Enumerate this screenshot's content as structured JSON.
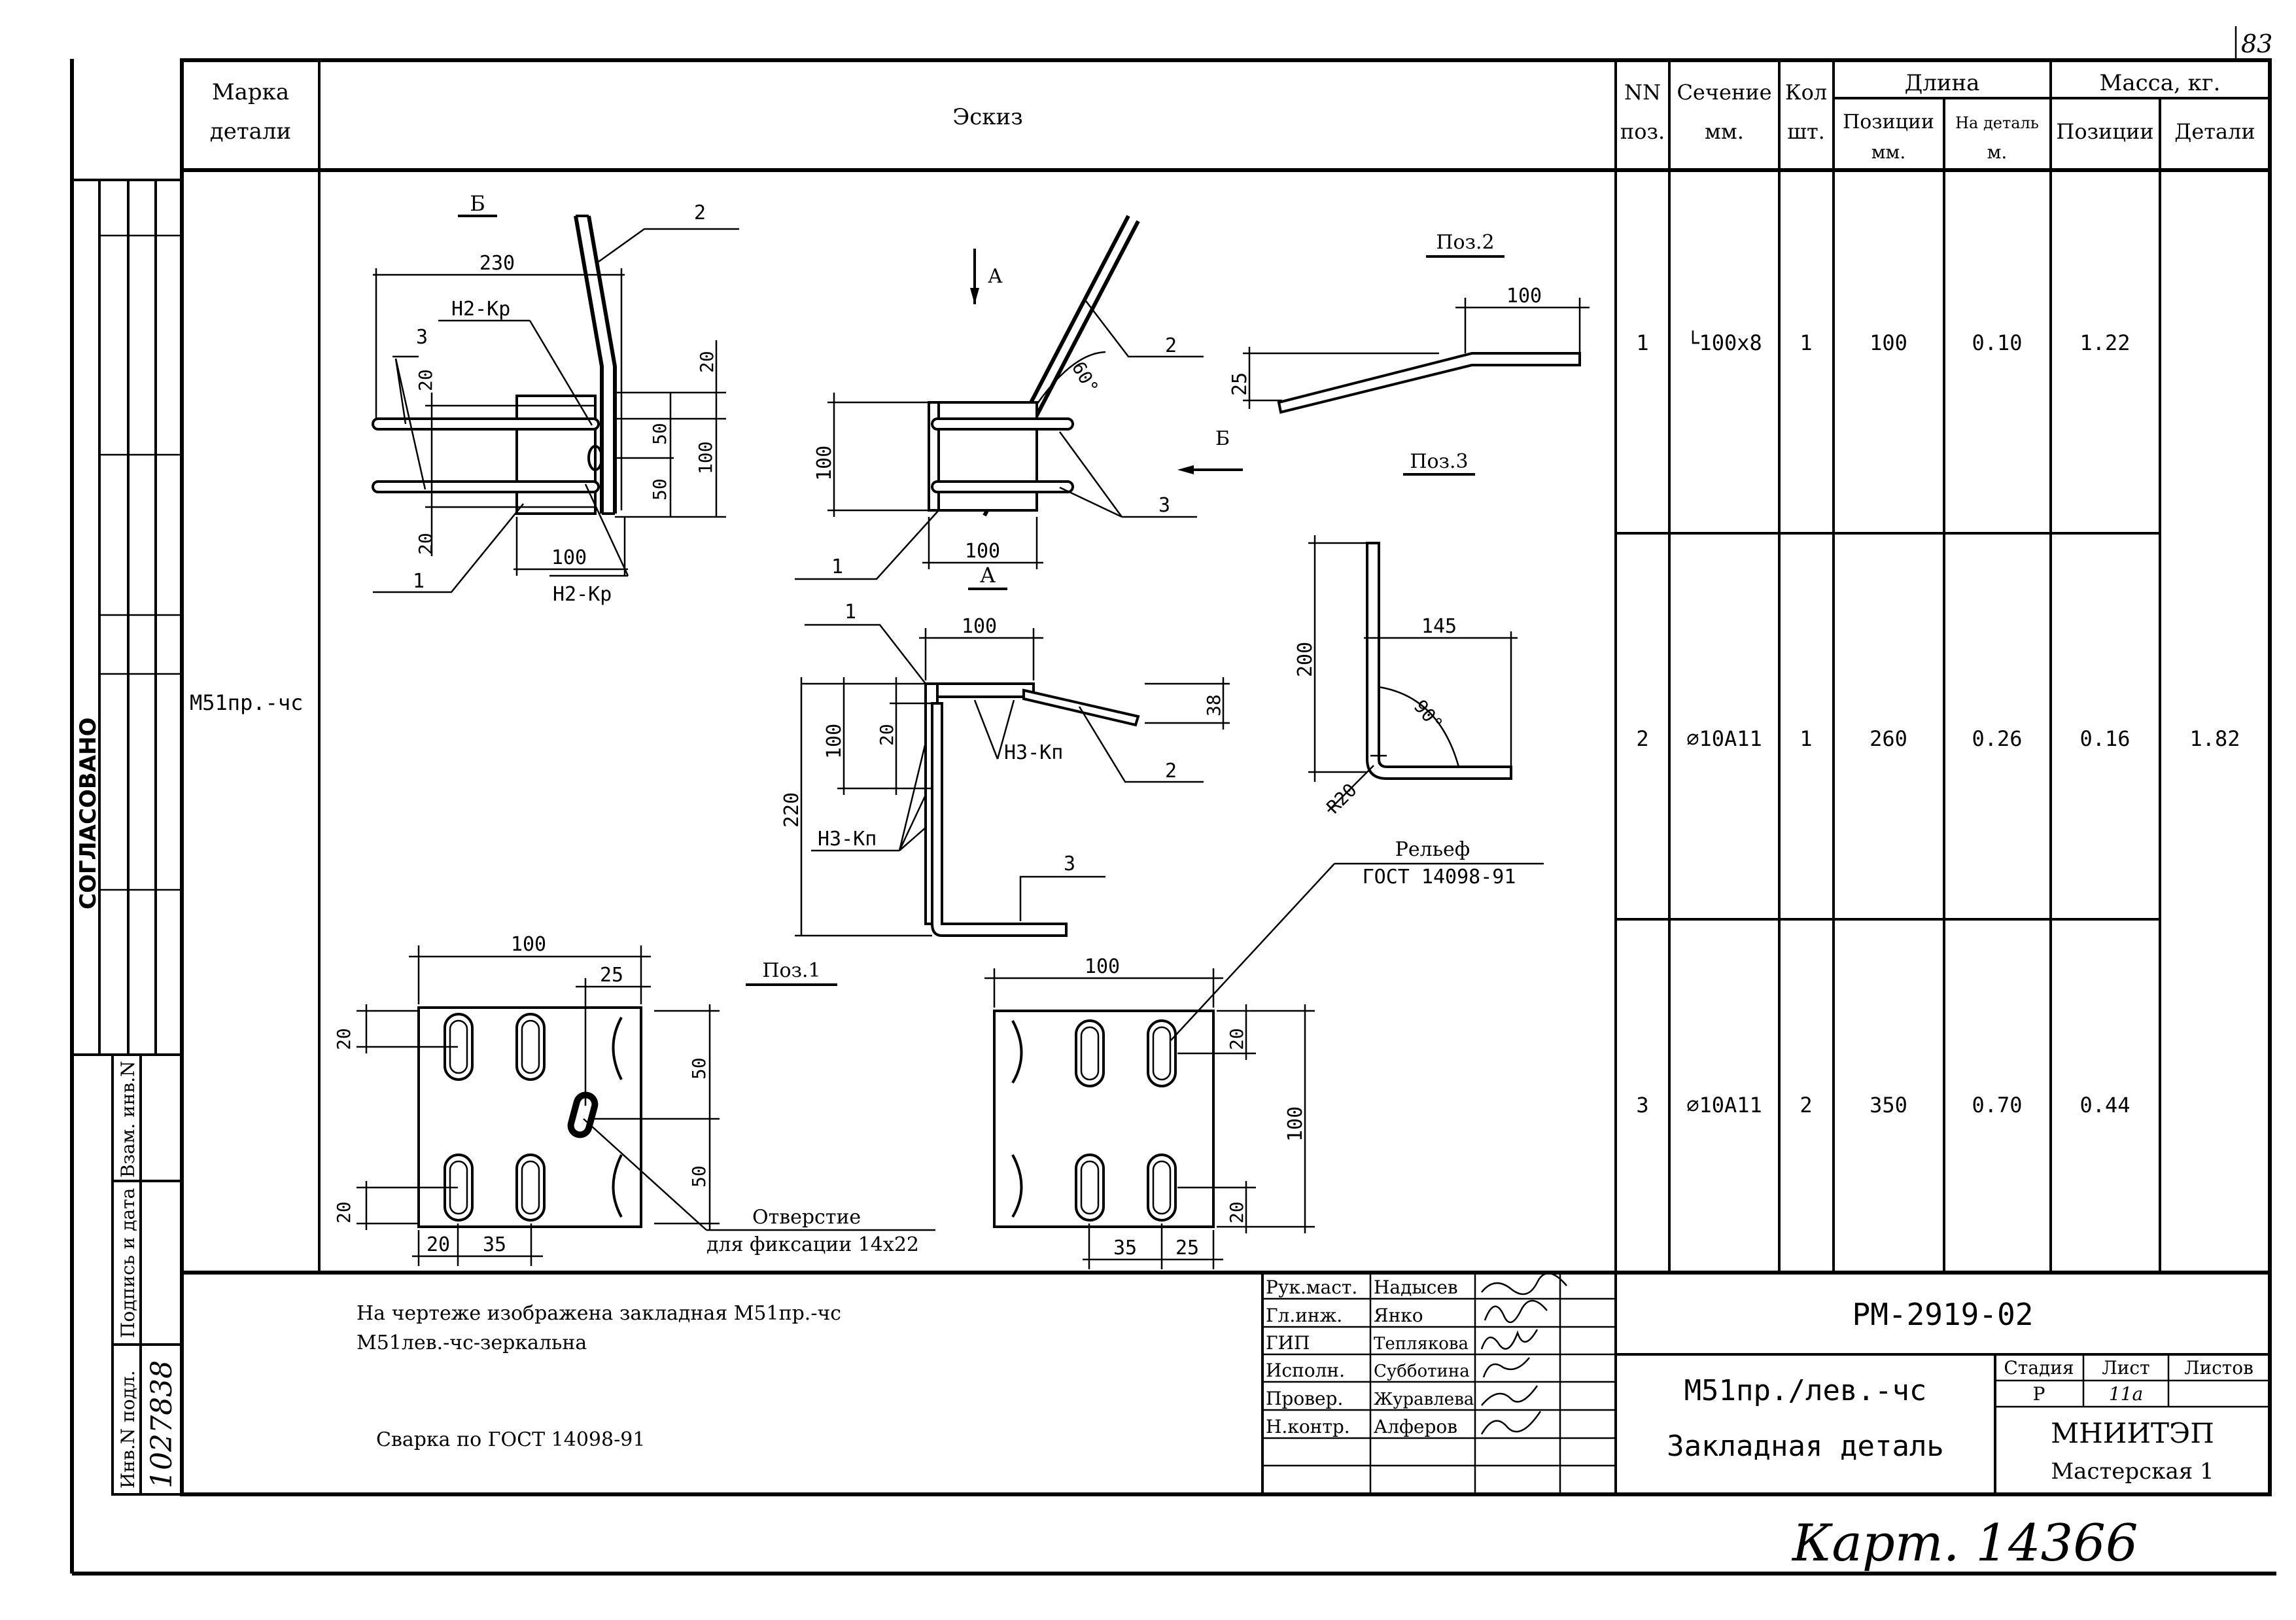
{
  "page_number": "83",
  "header": {
    "mark_line1": "Марка",
    "mark_line2": "детали",
    "sketch": "Эскиз",
    "nn_line1": "NN",
    "nn_line2": "поз.",
    "section_line1": "Сечение",
    "section_line2": "мм.",
    "qty_line1": "Кол",
    "qty_line2": "шт.",
    "length": "Длина",
    "len_pos_line1": "Позиции",
    "len_pos_line2": "мм.",
    "len_det_line1": "На деталь",
    "len_det_line2": "м.",
    "mass": "Масса, кг.",
    "mass_pos": "Позиции",
    "mass_det": "Детали"
  },
  "side_stamp": {
    "agreed": "СОГЛАСОВАНО",
    "inv_orig": "Инв.N подл.",
    "sign_date": "Подпись и дата",
    "inv_repl": "Взам. инв.N",
    "inv_number": "1027838"
  },
  "detail_mark": "М51пр.-чс",
  "rows": [
    {
      "pos": "1",
      "section": "└100x8",
      "qty": "1",
      "len_pos": "100",
      "len_det": "0.10",
      "mass_pos": "1.22"
    },
    {
      "pos": "2",
      "section": "⌀10A11",
      "qty": "1",
      "len_pos": "260",
      "len_det": "0.26",
      "mass_pos": "0.16"
    },
    {
      "pos": "3",
      "section": "⌀10A11",
      "qty": "2",
      "len_pos": "350",
      "len_det": "0.70",
      "mass_pos": "0.44"
    }
  ],
  "mass_detail_total": "1.82",
  "sketch": {
    "view_b": "Б",
    "view_a": "А",
    "arrow_a": "А",
    "arrow_b": "Б",
    "pos1": "Поз.1",
    "pos2": "Поз.2",
    "pos3": "Поз.3",
    "weld_h2kr": "Н2-Кр",
    "weld_h3kp": "Н3-Кп",
    "angle60": "60°",
    "angle90": "90°",
    "r20": "R20",
    "relief_line1": "Рельеф",
    "relief_line2": "ГОСТ 14098-91",
    "hole_line1": "Отверстие",
    "hole_line2": "для фиксации 14х22",
    "d230": "230",
    "d20": "20",
    "d50": "50",
    "d100": "100",
    "d25": "25",
    "d200": "200",
    "d145": "145",
    "d220": "220",
    "d38": "38",
    "d35": "35",
    "c1": "1",
    "c2": "2",
    "c3": "3"
  },
  "notes": {
    "line1": "На чертеже изображена закладная М51пр.-чс",
    "line2": "М51лев.-чс-зеркальна",
    "line3": "Сварка по ГОСТ 14098-91"
  },
  "signatures": [
    {
      "role": "Рук.маст.",
      "name": "Надысев"
    },
    {
      "role": "Гл.инж.",
      "name": "Янко"
    },
    {
      "role": "ГИП",
      "name": "Теплякова"
    },
    {
      "role": "Исполн.",
      "name": "Субботина"
    },
    {
      "role": "Провер.",
      "name": "Журавлева"
    },
    {
      "role": "Н.контр.",
      "name": "Алферов"
    }
  ],
  "title_block": {
    "code": "РМ-2919-02",
    "mark": "М51пр./лев.-чс",
    "name": "Закладная деталь",
    "stage_label": "Стадия",
    "sheet_label": "Лист",
    "sheets_label": "Листов",
    "stage": "Р",
    "sheet": "11а",
    "org": "МНИИТЭП",
    "workshop": "Мастерская 1"
  },
  "handwritten_note": "Карт. 14366"
}
